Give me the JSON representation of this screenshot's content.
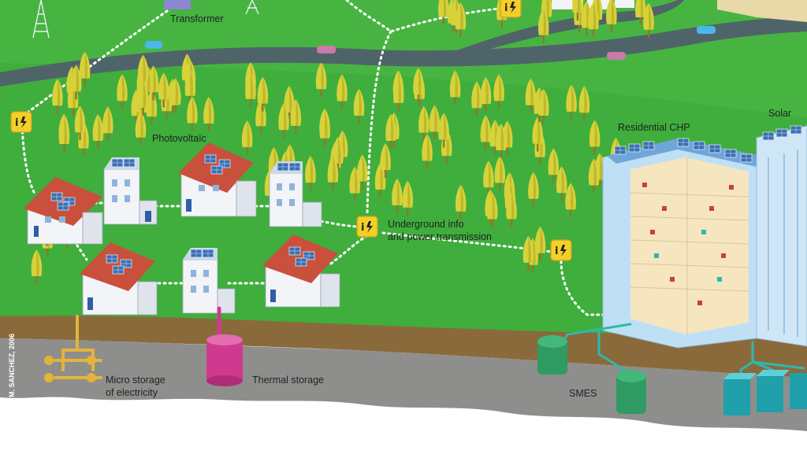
{
  "labels": {
    "transformer": "Transformer",
    "photovoltaic": "Photovoltaïc",
    "residential_chp": "Residential CHP",
    "solar": "Solar",
    "underground_line1": "Underground info",
    "underground_line2": "and power transmission",
    "micro_storage_line1": "Micro storage",
    "micro_storage_line2": "of electricity",
    "thermal_storage": "Thermal storage",
    "smes": "SMES",
    "credit": "M. SANCHEZ, 2006"
  },
  "colors": {
    "grass": "#3fae3c",
    "grass_light": "#5cc04e",
    "road": "#4f6468",
    "soil": "#8a6a3a",
    "rock": "#8e8e8c",
    "tree": "#d8d23a",
    "tree_trunk": "#8c7a2a",
    "house_wall": "#f2f4f8",
    "roof": "#c9503c",
    "solar_panel": "#3c6fb4",
    "hub": "#f3cf2a",
    "smes_tank": "#2f9a62",
    "thermal_tank": "#d03a8e",
    "micro_storage": "#e4b43a",
    "tower_glass": "#bfe0f4",
    "tower_inner": "#f5e6c0",
    "pipe": "#2fb8b0"
  },
  "icons": [
    "energy-hub-icon",
    "solar-panel-icon",
    "transmission-tower-icon",
    "car-icon"
  ]
}
